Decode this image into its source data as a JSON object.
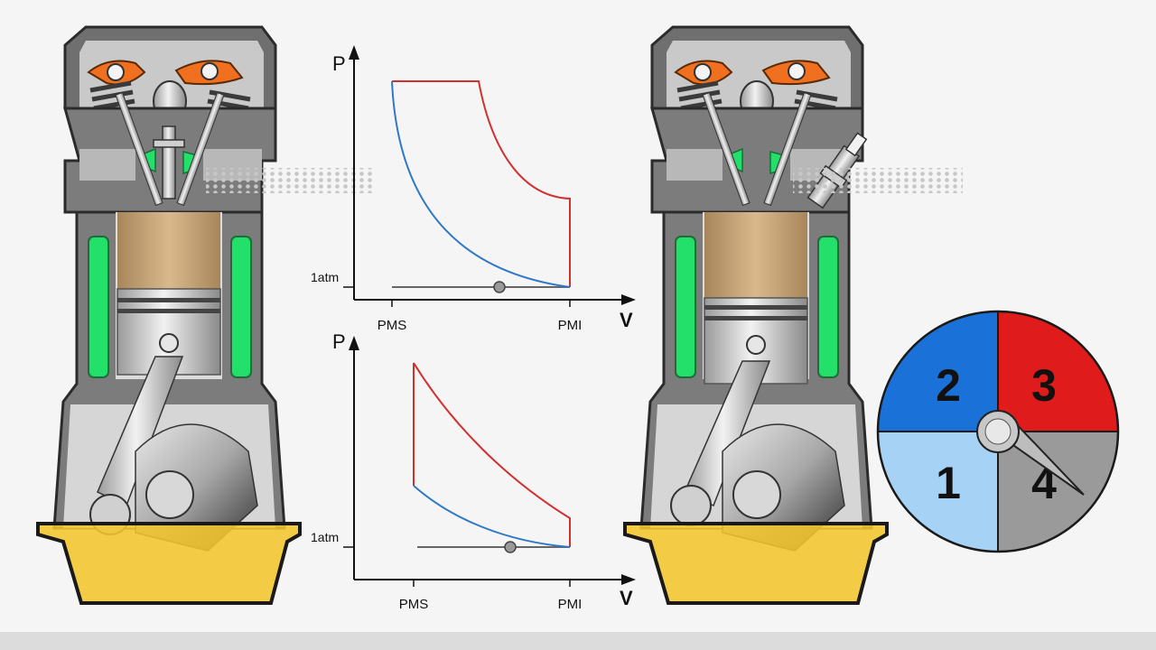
{
  "diagram": {
    "pv_chart_top": {
      "y_label": "P",
      "x_label": "V",
      "ref_label": "1atm",
      "tick_left": "PMS",
      "tick_right": "PMI"
    },
    "pv_chart_bottom": {
      "y_label": "P",
      "x_label": "V",
      "ref_label": "1atm",
      "tick_left": "PMS",
      "tick_right": "PMI"
    },
    "cycle_dial": {
      "quadrants": [
        {
          "label": "1",
          "color": "#a6d3f5"
        },
        {
          "label": "2",
          "color": "#1a72d9"
        },
        {
          "label": "3",
          "color": "#e01b1b"
        },
        {
          "label": "4",
          "color": "#9a9a9a"
        }
      ]
    }
  },
  "colors": {
    "expansion_curve": "#d32f2f",
    "compression_curve": "#2f78c8",
    "engine_block": "#7c7c7c",
    "coolant": "#22e06a",
    "oil": "#f2c52c",
    "rocker_arm": "#f07020",
    "combustion_charge": "#c9a677"
  }
}
